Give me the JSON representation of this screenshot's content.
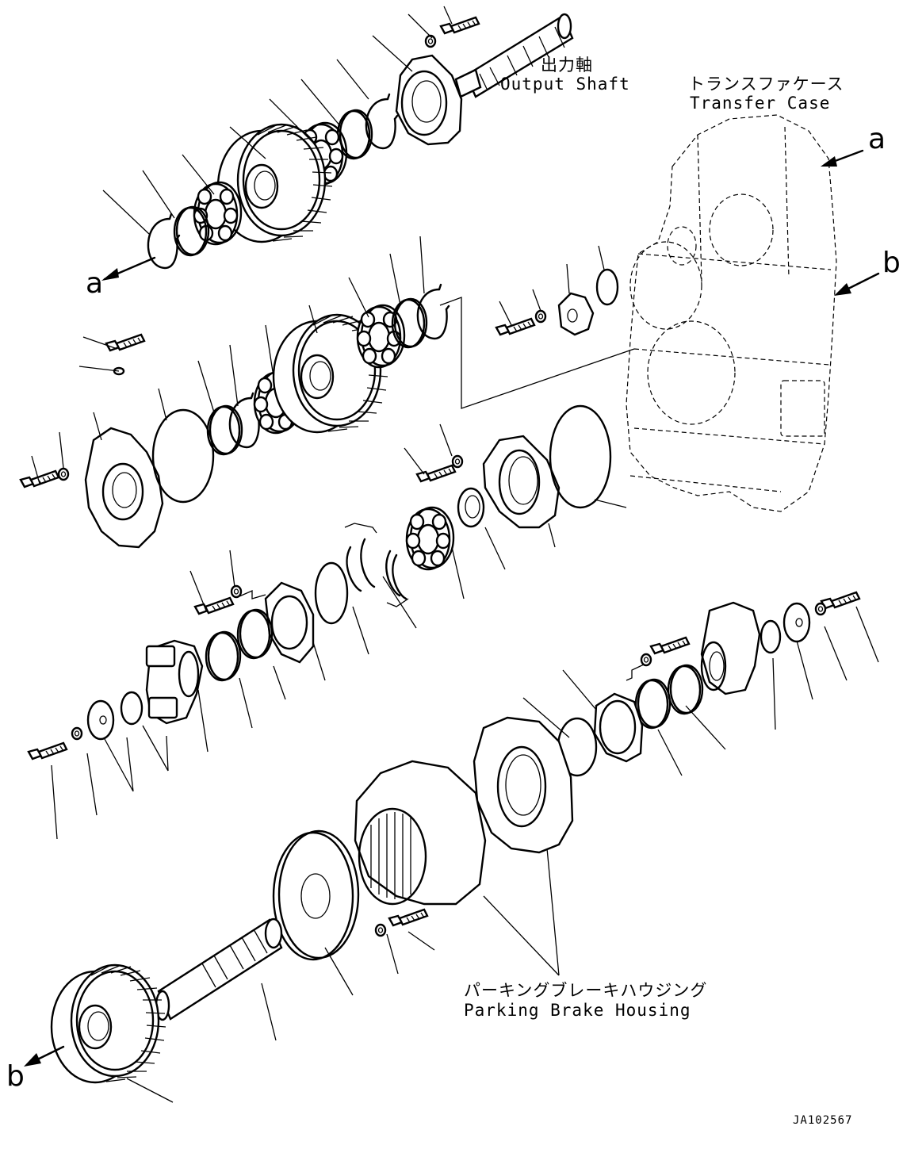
{
  "labels": {
    "output_shaft_jp": "出力軸",
    "output_shaft_en": "Output Shaft",
    "transfer_case_jp": "トランスファケース",
    "transfer_case_en": "Transfer Case",
    "parking_brake_jp": "パーキングブレーキハウジング",
    "parking_brake_en": "Parking Brake Housing"
  },
  "refs": {
    "a": "a",
    "b": "b"
  },
  "drawing_code": "JA102567"
}
